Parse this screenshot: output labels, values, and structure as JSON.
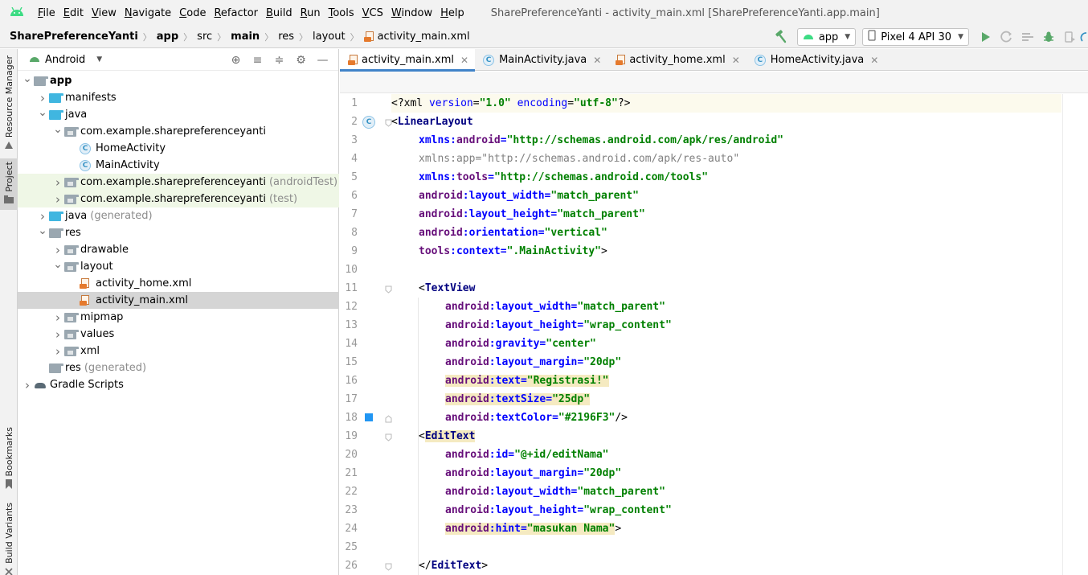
{
  "menubar": {
    "items": [
      {
        "mn": "F",
        "rest": "ile"
      },
      {
        "mn": "E",
        "rest": "dit"
      },
      {
        "mn": "V",
        "rest": "iew"
      },
      {
        "mn": "N",
        "rest": "avigate"
      },
      {
        "mn": "C",
        "rest": "ode"
      },
      {
        "mn": "R",
        "rest": "efactor"
      },
      {
        "mn": "B",
        "rest": "uild"
      },
      {
        "mn": "R",
        "rest": "un"
      },
      {
        "mn": "T",
        "rest": "ools"
      },
      {
        "mn": "V",
        "rest": "CS"
      },
      {
        "mn": "W",
        "rest": "indow"
      },
      {
        "mn": "H",
        "rest": "elp"
      }
    ],
    "window_title": "SharePreferenceYanti - activity_main.xml [SharePreferenceYanti.app.main]"
  },
  "breadcrumb": {
    "project": "SharePreferenceYanti",
    "module": "app",
    "src": "src",
    "main": "main",
    "res": "res",
    "layout": "layout",
    "file": "activity_main.xml"
  },
  "run_toolbar": {
    "config": "app",
    "device": "Pixel 4 API 30"
  },
  "left_stripe": {
    "resource_manager": "Resource Manager",
    "project": "Project",
    "bookmarks": "Bookmarks",
    "build_variants": "Build Variants"
  },
  "project_panel": {
    "view_mode": "Android",
    "tree": [
      {
        "label": "app",
        "suffix": ""
      },
      {
        "label": "manifests",
        "suffix": ""
      },
      {
        "label": "java",
        "suffix": ""
      },
      {
        "label": "com.example.sharepreferenceyanti",
        "suffix": ""
      },
      {
        "label": "HomeActivity",
        "suffix": ""
      },
      {
        "label": "MainActivity",
        "suffix": ""
      },
      {
        "label": "com.example.sharepreferenceyanti",
        "suffix": "(androidTest)"
      },
      {
        "label": "com.example.sharepreferenceyanti",
        "suffix": "(test)"
      },
      {
        "label": "java",
        "suffix": "(generated)"
      },
      {
        "label": "res",
        "suffix": ""
      },
      {
        "label": "drawable",
        "suffix": ""
      },
      {
        "label": "layout",
        "suffix": ""
      },
      {
        "label": "activity_home.xml",
        "suffix": ""
      },
      {
        "label": "activity_main.xml",
        "suffix": ""
      },
      {
        "label": "mipmap",
        "suffix": ""
      },
      {
        "label": "values",
        "suffix": ""
      },
      {
        "label": "xml",
        "suffix": ""
      },
      {
        "label": "res",
        "suffix": "(generated)"
      },
      {
        "label": "Gradle Scripts",
        "suffix": ""
      }
    ]
  },
  "editor": {
    "tabs": [
      {
        "label": "activity_main.xml"
      },
      {
        "label": "MainActivity.java"
      },
      {
        "label": "activity_home.xml"
      },
      {
        "label": "HomeActivity.java"
      }
    ],
    "line_numbers": [
      "1",
      "2",
      "3",
      "4",
      "5",
      "6",
      "7",
      "8",
      "9",
      "10",
      "11",
      "12",
      "13",
      "14",
      "15",
      "16",
      "17",
      "18",
      "19",
      "20",
      "21",
      "22",
      "23",
      "24",
      "25",
      "26"
    ],
    "code": {
      "l1_a": "<?xml ",
      "l1_b": "version",
      "l1_c": "=",
      "l1_d": "\"1.0\"",
      "l1_e": " ",
      "l1_f": "encoding",
      "l1_g": "=",
      "l1_h": "\"utf-8\"",
      "l1_i": "?>",
      "l2_a": "<",
      "l2_b": "LinearLayout",
      "l3_a": "xmlns:",
      "l3_b": "android",
      "l3_c": "=",
      "l3_d": "\"http://schemas.android.com/apk/res/android\"",
      "l4": "xmlns:app=\"http://schemas.android.com/apk/res-auto\"",
      "l5_a": "xmlns:",
      "l5_b": "tools",
      "l5_c": "=",
      "l5_d": "\"http://schemas.android.com/tools\"",
      "l6_a": "android",
      "l6_b": ":layout_width",
      "l6_c": "=",
      "l6_d": "\"match_parent\"",
      "l7_a": "android",
      "l7_b": ":layout_height",
      "l7_c": "=",
      "l7_d": "\"match_parent\"",
      "l8_a": "android",
      "l8_b": ":orientation",
      "l8_c": "=",
      "l8_d": "\"vertical\"",
      "l9_a": "tools",
      "l9_b": ":context",
      "l9_c": "=",
      "l9_d": "\".MainActivity\"",
      "l9_e": ">",
      "l11_a": "<",
      "l11_b": "TextView",
      "l12_a": "android",
      "l12_b": ":layout_width",
      "l12_c": "=",
      "l12_d": "\"match_parent\"",
      "l13_a": "android",
      "l13_b": ":layout_height",
      "l13_c": "=",
      "l13_d": "\"wrap_content\"",
      "l14_a": "android",
      "l14_b": ":gravity",
      "l14_c": "=",
      "l14_d": "\"center\"",
      "l15_a": "android",
      "l15_b": ":layout_margin",
      "l15_c": "=",
      "l15_d": "\"20dp\"",
      "l16_a": "android",
      "l16_b": ":text",
      "l16_c": "=",
      "l16_d": "\"Registrasi!\"",
      "l17_a": "android",
      "l17_b": ":textSize",
      "l17_c": "=",
      "l17_d": "\"25dp\"",
      "l18_a": "android",
      "l18_b": ":textColor",
      "l18_c": "=",
      "l18_d": "\"#2196F3\"",
      "l18_e": "/>",
      "l19_a": "<",
      "l19_b": "EditText",
      "l20_a": "android",
      "l20_b": ":id",
      "l20_c": "=",
      "l20_d": "\"@+id/editNama\"",
      "l21_a": "android",
      "l21_b": ":layout_margin",
      "l21_c": "=",
      "l21_d": "\"20dp\"",
      "l22_a": "android",
      "l22_b": ":layout_width",
      "l22_c": "=",
      "l22_d": "\"match_parent\"",
      "l23_a": "android",
      "l23_b": ":layout_height",
      "l23_c": "=",
      "l23_d": "\"wrap_content\"",
      "l24_a": "android",
      "l24_b": ":hint",
      "l24_c": "=",
      "l24_d": "\"masukan Nama\"",
      "l24_e": ">",
      "l26_a": "</",
      "l26_b": "EditText",
      "l26_c": ">"
    },
    "gutter_marks": {
      "class_badge": "C"
    }
  },
  "colors": {
    "accent": "#4083c9",
    "android_green": "#3ddc84",
    "run_green": "#59a869",
    "color_swatch": "#2196F3"
  },
  "icons": [
    "android-logo-icon",
    "hammer-icon",
    "android-icon",
    "device-icon",
    "run-icon",
    "rerun-icon",
    "profile-icon",
    "debug-icon",
    "attach-icon",
    "locate-icon",
    "expand-all-icon",
    "collapse-all-icon",
    "gear-icon",
    "minimize-icon",
    "folder-icon",
    "class-icon",
    "xml-file-icon",
    "gradle-icon",
    "chevron-right-icon",
    "chevron-down-icon",
    "close-icon",
    "fold-icon"
  ]
}
